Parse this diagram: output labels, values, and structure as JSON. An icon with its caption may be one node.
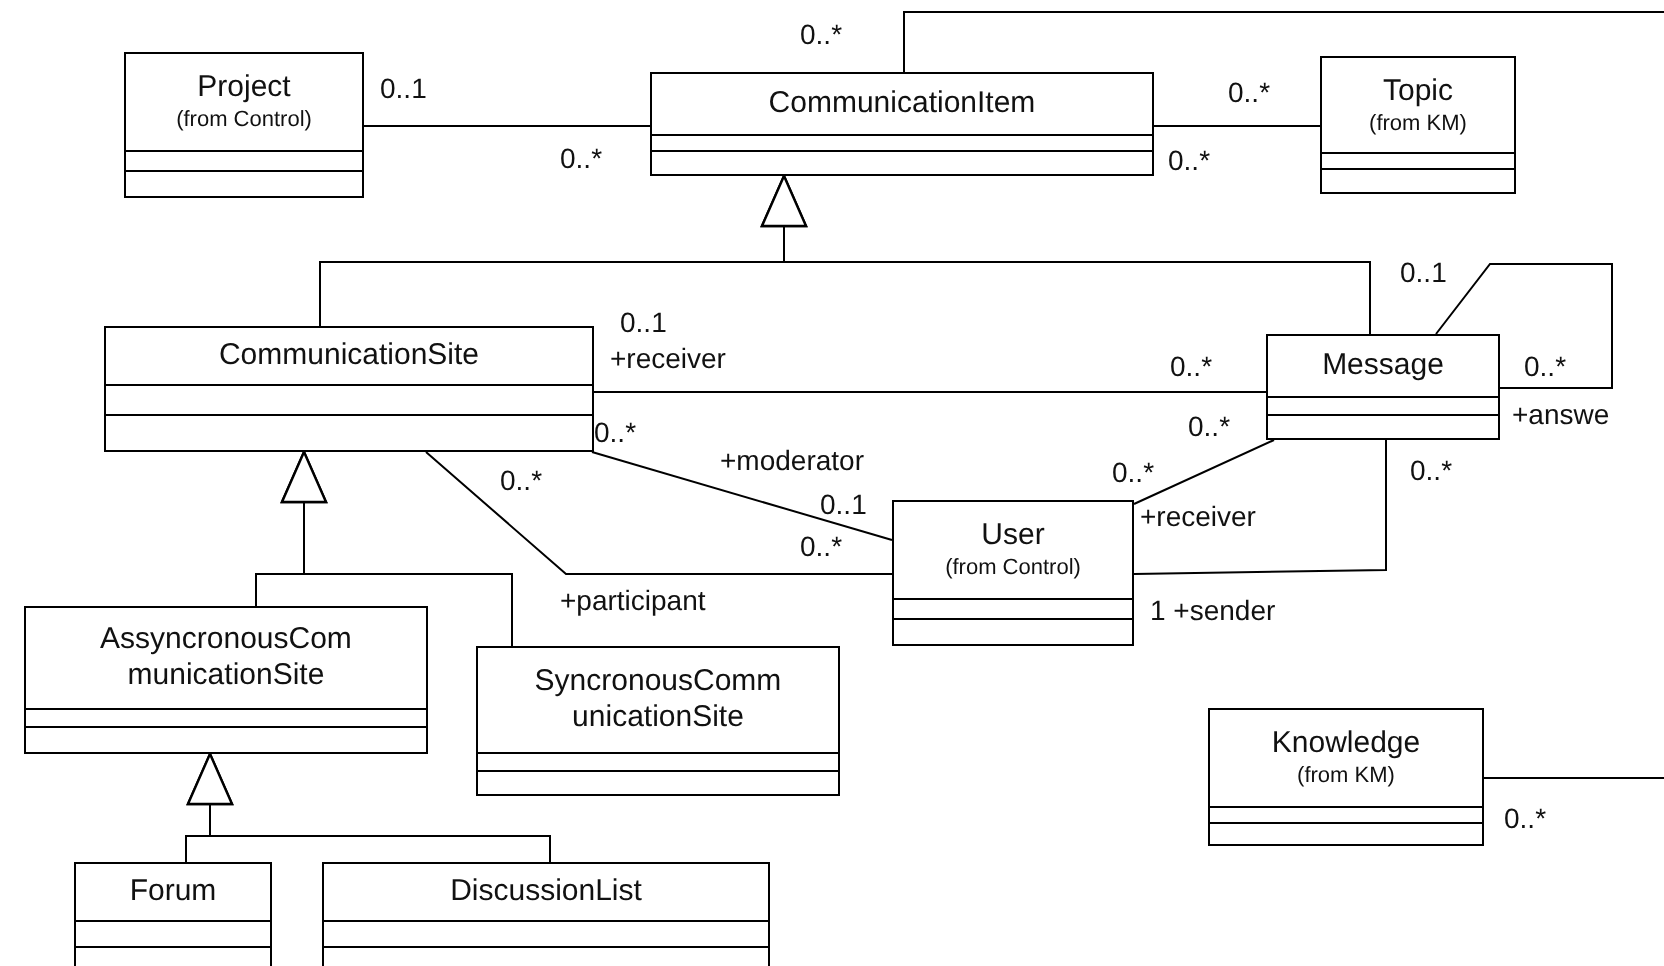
{
  "diagram": {
    "nodes": [
      {
        "text": [
          "Project",
          "(from Control)"
        ]
      },
      {
        "text": [
          "CommunicationItem"
        ]
      },
      {
        "text": [
          "Topic",
          "(from KM)"
        ]
      },
      {
        "text": [
          "CommunicationSite"
        ]
      },
      {
        "text": [
          "Message"
        ]
      },
      {
        "text": [
          "User",
          "(from Control)"
        ]
      },
      {
        "text": [
          "AssyncronousCom municationSite"
        ]
      },
      {
        "text": [
          "SyncronousComm unicationSite"
        ]
      },
      {
        "text": [
          "Knowledge",
          "(from KM)"
        ],
        "beside": [
          "0..*"
        ]
      },
      {
        "text": [
          "Forum"
        ]
      },
      {
        "text": [
          "DiscussionList"
        ]
      }
    ],
    "edges": [
      {
        "from": 0,
        "to": 1,
        "arrow": "none"
      },
      {
        "from": 1,
        "to": 2,
        "arrow": "none"
      },
      {
        "from": 1,
        "to": null,
        "arrow": "none"
      },
      {
        "from": 3,
        "to": 1,
        "arrow": "to"
      },
      {
        "from": 4,
        "to": 1,
        "arrow": "to"
      },
      {
        "from": 3,
        "to": 4,
        "arrow": "none"
      },
      {
        "from": 4,
        "to": 4,
        "arrow": "none"
      },
      {
        "from": 3,
        "to": 5,
        "arrow": "none"
      },
      {
        "from": 3,
        "to": 5,
        "arrow": "none"
      },
      {
        "from": 4,
        "to": 5,
        "arrow": "none"
      },
      {
        "from": 4,
        "to": 5,
        "arrow": "none"
      },
      {
        "from": 6,
        "to": 3,
        "arrow": "to"
      },
      {
        "from": 7,
        "to": 3,
        "arrow": "to"
      },
      {
        "from": 9,
        "to": 6,
        "arrow": "to"
      },
      {
        "from": 10,
        "to": 6,
        "arrow": "to"
      },
      {
        "from": 8,
        "to": null,
        "arrow": "none"
      }
    ],
    "labels": [
      "0..*",
      "0..1",
      "0..*",
      "0..*",
      "0..*",
      "0..1",
      "0..1",
      "+receiver",
      "0..*",
      "0..*",
      "+answe",
      "0..*",
      "0..*",
      "+moderator",
      "0..*",
      "0..*",
      "0..*",
      "0..1",
      "+receiver",
      "0..*",
      "1 +sender",
      "+participant"
    ]
  }
}
